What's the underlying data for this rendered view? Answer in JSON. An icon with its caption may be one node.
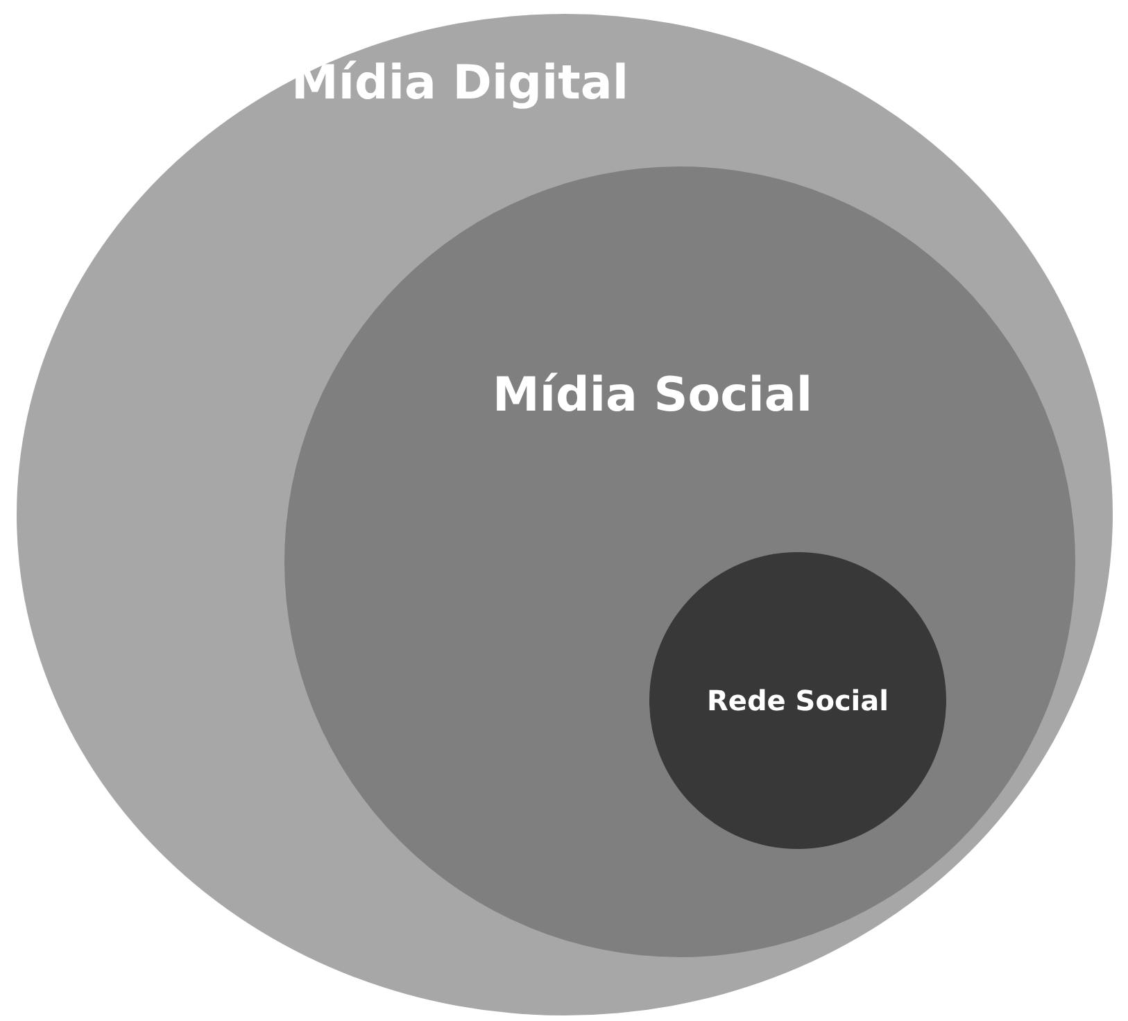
{
  "diagram": {
    "nodes": [
      {
        "text": [
          "Mídia Digital"
        ]
      },
      {
        "text": [
          "Mídia Social"
        ],
        "in": 0
      },
      {
        "text": [
          "Rede Social"
        ],
        "in": 1
      }
    ]
  }
}
